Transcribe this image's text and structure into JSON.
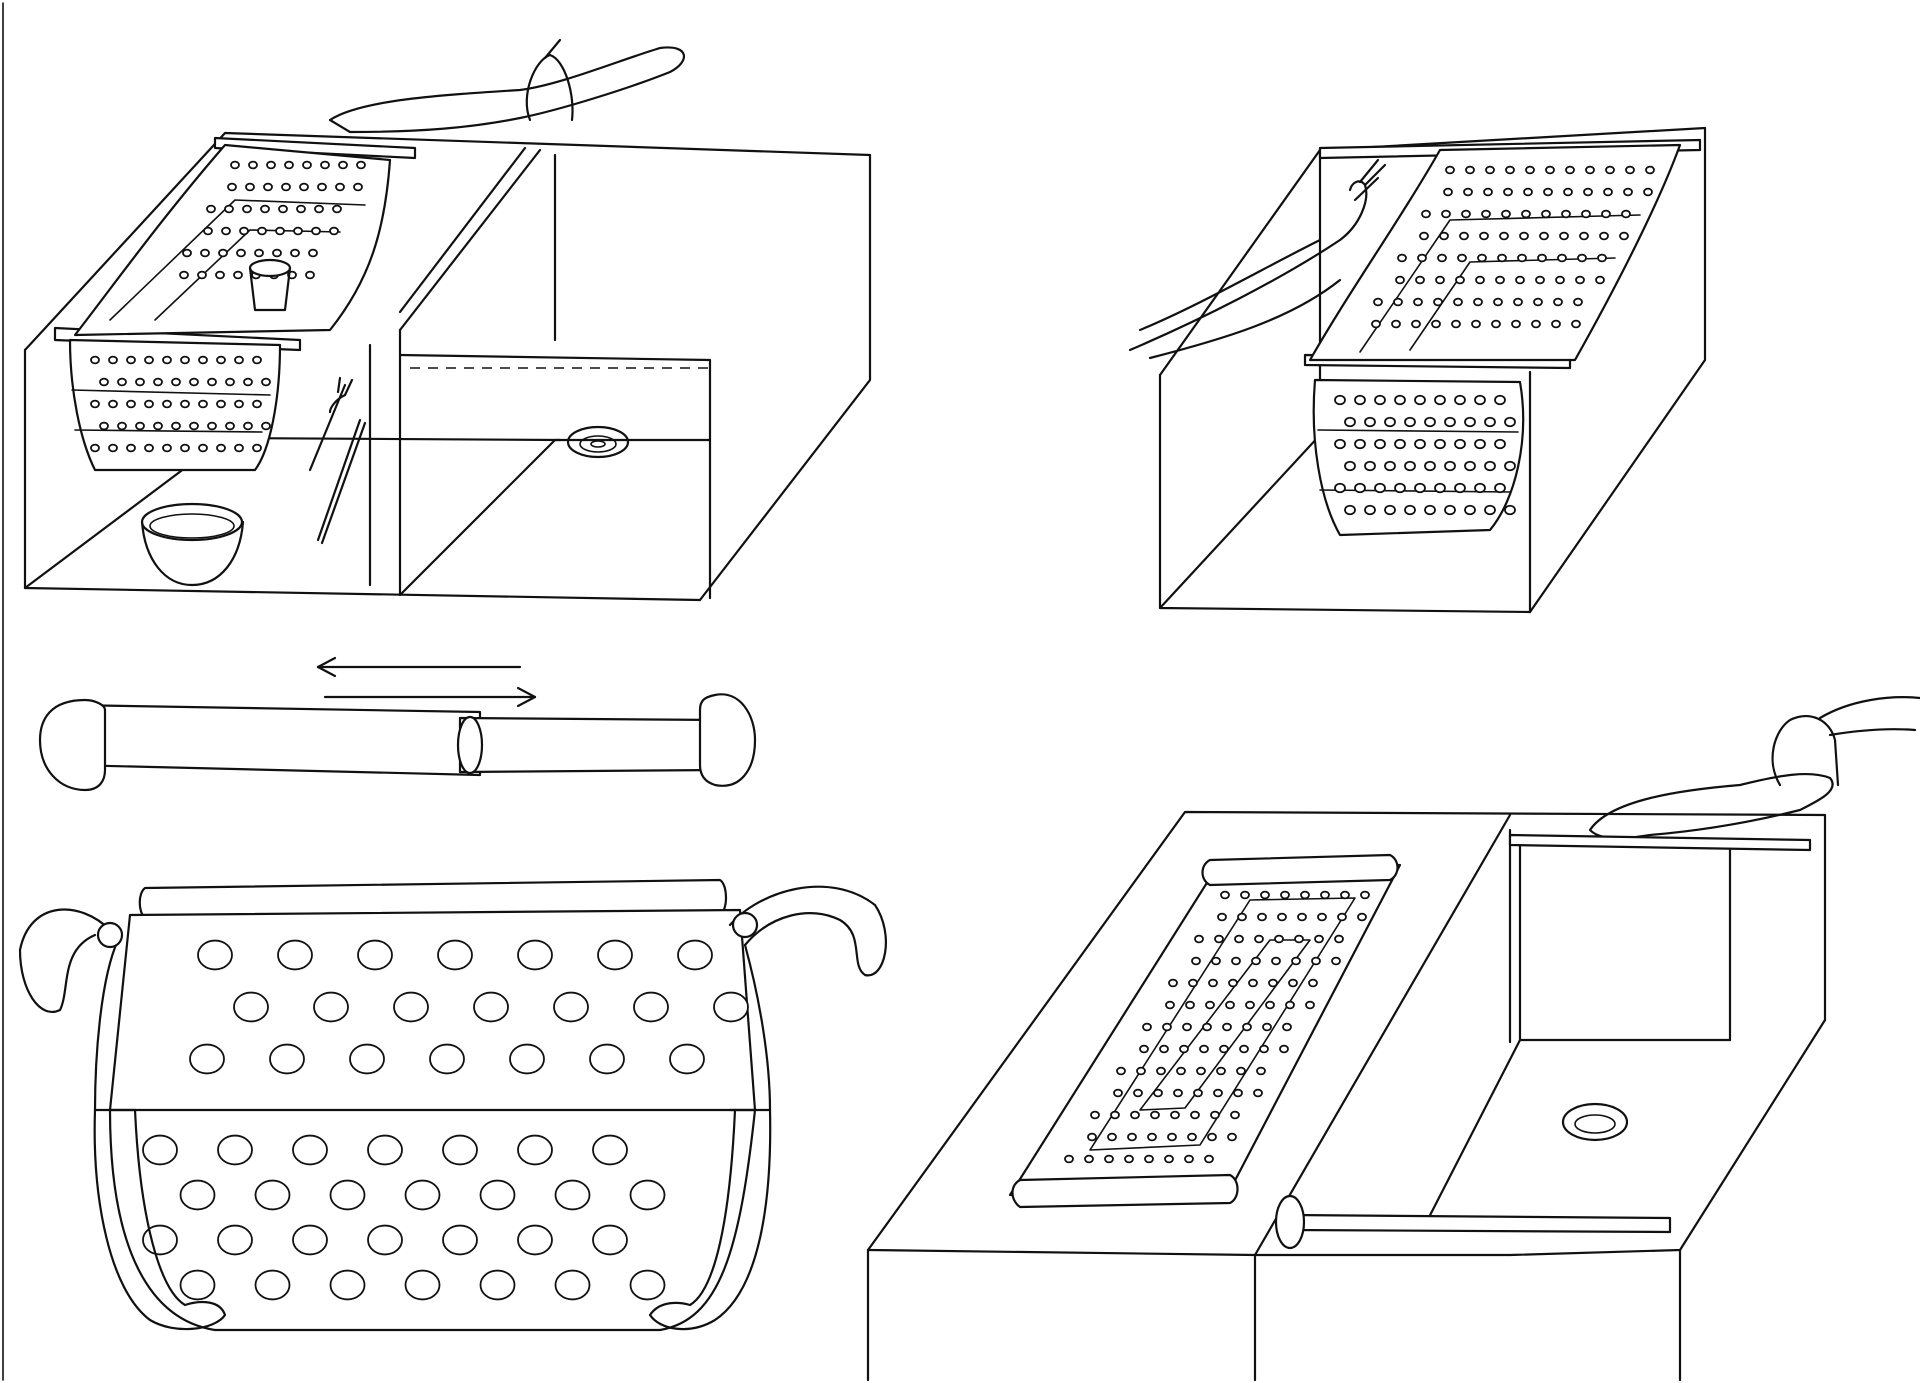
{
  "sheet": {
    "background": "#ffffff",
    "ink": "#111111"
  },
  "panels": [
    {
      "id": "sink-with-hanging-rack",
      "icons": [
        "faucet-icon",
        "double-sink-icon",
        "hanging-rack-icon",
        "cup-icon",
        "fork-icon",
        "chopsticks-icon",
        "bowl-icon",
        "drain-icon"
      ]
    },
    {
      "id": "hand-adjusting-rack",
      "icons": [
        "hand-icon",
        "sink-basin-icon",
        "hanging-rack-icon"
      ]
    },
    {
      "id": "telescopic-rod",
      "icons": [
        "telescopic-rod-icon",
        "end-cap-icon",
        "double-arrow-icon"
      ]
    },
    {
      "id": "rack-front-view",
      "icons": [
        "perforated-mat-icon",
        "strap-hook-icon"
      ]
    },
    {
      "id": "folded-rack-on-counter",
      "icons": [
        "counter-icon",
        "rolled-mat-icon",
        "faucet-icon",
        "drain-icon"
      ]
    }
  ]
}
